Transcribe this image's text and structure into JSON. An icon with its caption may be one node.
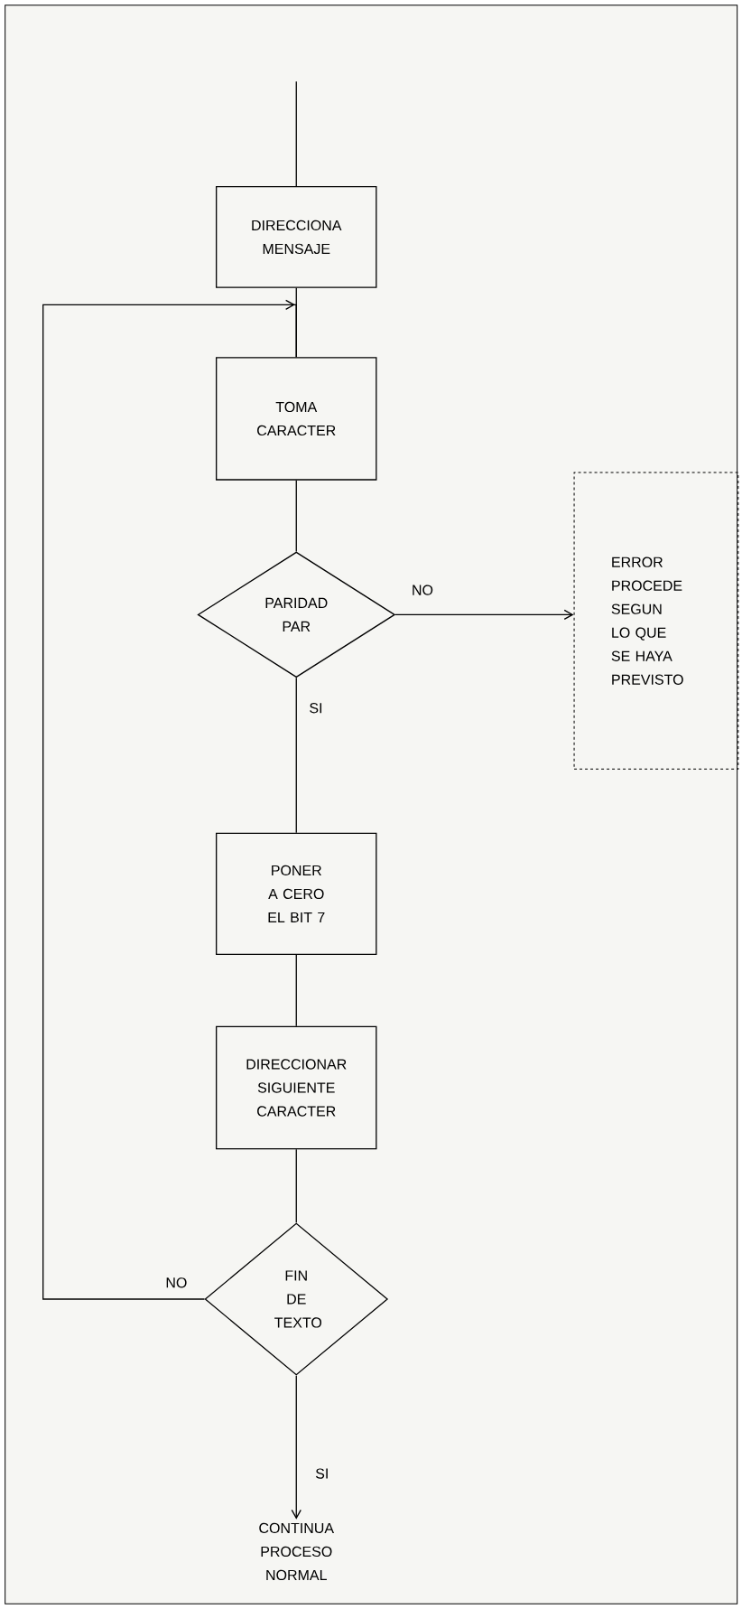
{
  "diagram": {
    "nodes": [
      {
        "text": [
          "DIRECCIONA MENSAJE"
        ]
      },
      {
        "text": [
          "TOMA CARACTER"
        ]
      },
      {
        "text": [
          "PARIDAD PAR"
        ]
      },
      {
        "text": [
          "ERROR PROCEDE SEGUN LO QUE SE HAYA PREVISTO"
        ]
      },
      {
        "text": [
          "PONER A CERO EL BIT 7"
        ]
      },
      {
        "text": [
          "DIRECCIONAR SIGUIENTE CARACTER"
        ]
      },
      {
        "text": [
          "FIN DE TEXTO"
        ]
      },
      {
        "text": [
          "CONTINUA PROCESO NORMAL"
        ]
      }
    ],
    "edges": [
      {
        "from": null,
        "to": 0,
        "arrow": "none"
      },
      {
        "from": 0,
        "to": 1,
        "arrow": "none"
      },
      {
        "from": 1,
        "to": 2,
        "arrow": "none"
      },
      {
        "from": 2,
        "to": 3,
        "arrow": "to",
        "label": "NO"
      },
      {
        "from": 2,
        "to": 4,
        "arrow": "none",
        "label": "SI"
      },
      {
        "from": 4,
        "to": 5,
        "arrow": "none"
      },
      {
        "from": 5,
        "to": 6,
        "arrow": "none"
      },
      {
        "from": 6,
        "to": 1,
        "arrow": "to",
        "label": "NO"
      },
      {
        "from": 6,
        "to": 7,
        "arrow": "to",
        "label": "SI"
      }
    ]
  }
}
